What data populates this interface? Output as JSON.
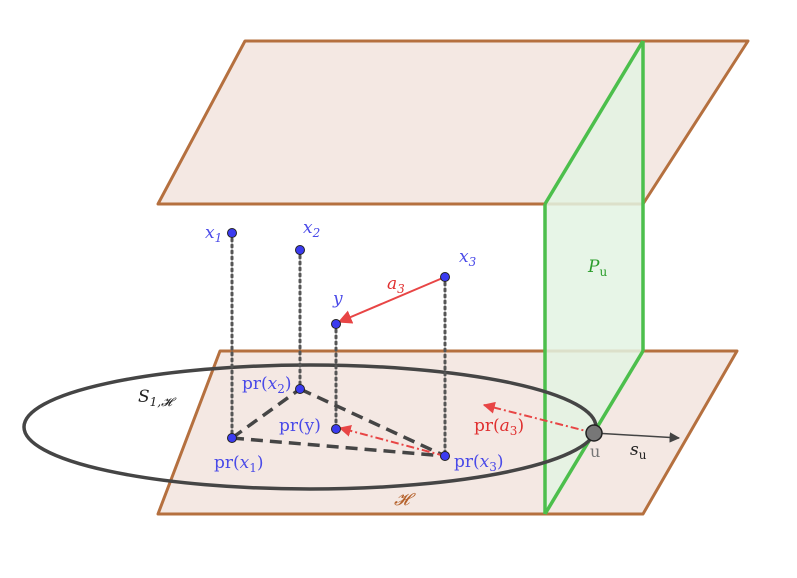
{
  "colors": {
    "plane_fill": "#f4e8e3",
    "plane_edge": "#b5703f",
    "green": "#4cbf4c",
    "green_fill": "#e3f3e3",
    "blue_point": "#3b3bf0",
    "blue_text": "#4a4ae8",
    "red": "#e84545",
    "ellipse": "#454545"
  },
  "labels": {
    "x1": {
      "base": "x",
      "sub": "1"
    },
    "x2": {
      "base": "x",
      "sub": "2"
    },
    "x3": {
      "base": "x",
      "sub": "3"
    },
    "y": "y",
    "a3": {
      "base": "a",
      "sub": "3"
    },
    "Pu": {
      "base": "P",
      "sub": "u"
    },
    "S1H": {
      "base": "S",
      "sub": "1,𝓗"
    },
    "pr_x1": {
      "pre": "pr(",
      "base": "x",
      "sub": "1",
      "post": ")"
    },
    "pr_x2": {
      "pre": "pr(",
      "base": "x",
      "sub": "2",
      "post": ")"
    },
    "pr_x3": {
      "pre": "pr(",
      "base": "x",
      "sub": "3",
      "post": ")"
    },
    "pr_y": "pr(y)",
    "pr_a3": {
      "pre": "pr(",
      "base": "a",
      "sub": "3",
      "post": ")"
    },
    "u": "u",
    "su": {
      "base": "s",
      "sub": "u"
    },
    "H": "𝓗"
  }
}
